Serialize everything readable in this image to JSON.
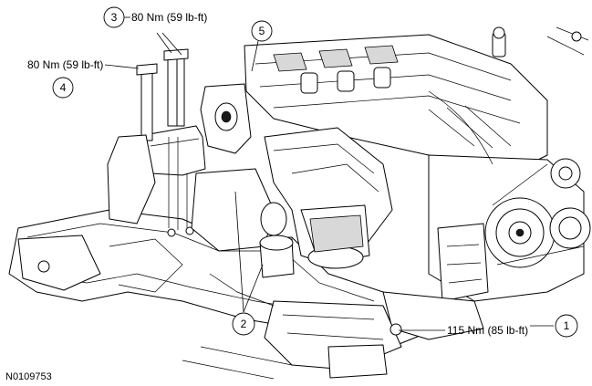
{
  "callouts": [
    {
      "number": "1",
      "torque": "115 Nm (85 lb-ft)"
    },
    {
      "number": "2",
      "torque": ""
    },
    {
      "number": "3",
      "torque": "80 Nm (59 lb-ft)"
    },
    {
      "number": "4",
      "torque": "80 Nm (59 lb-ft)"
    },
    {
      "number": "5",
      "torque": ""
    }
  ],
  "figure_id": "N0109753"
}
